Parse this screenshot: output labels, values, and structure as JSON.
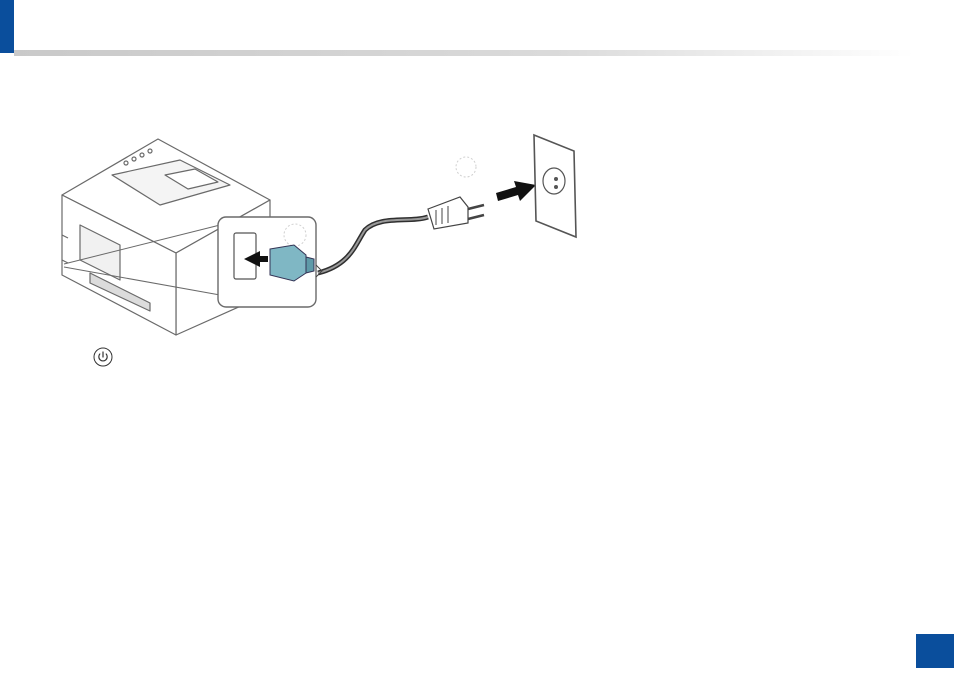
{
  "page": {
    "accent_color": "#0a4e9c",
    "illustration": {
      "subject": "printer-power-cord-connection",
      "parts": [
        "printer",
        "power-inlet-callout",
        "power-cord",
        "plug",
        "wall-outlet",
        "insert-arrow"
      ]
    },
    "power_icon": "power-button-icon"
  }
}
